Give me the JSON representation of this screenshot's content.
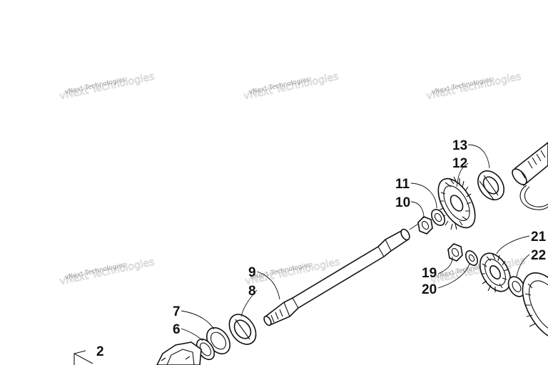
{
  "diagram": {
    "callouts": [
      {
        "id": "2",
        "text": "2"
      },
      {
        "id": "6",
        "text": "6"
      },
      {
        "id": "7",
        "text": "7"
      },
      {
        "id": "8",
        "text": "8"
      },
      {
        "id": "9",
        "text": "9"
      },
      {
        "id": "10",
        "text": "10"
      },
      {
        "id": "11",
        "text": "11"
      },
      {
        "id": "12",
        "text": "12"
      },
      {
        "id": "13",
        "text": "13"
      },
      {
        "id": "19",
        "text": "19"
      },
      {
        "id": "20",
        "text": "20"
      },
      {
        "id": "21",
        "text": "21"
      },
      {
        "id": "22",
        "text": "22"
      }
    ],
    "watermark": {
      "text": "vNext Technologies"
    }
  },
  "colors": {
    "line": "#111111",
    "background": "#ffffff",
    "watermark": "#9a9a9a"
  }
}
